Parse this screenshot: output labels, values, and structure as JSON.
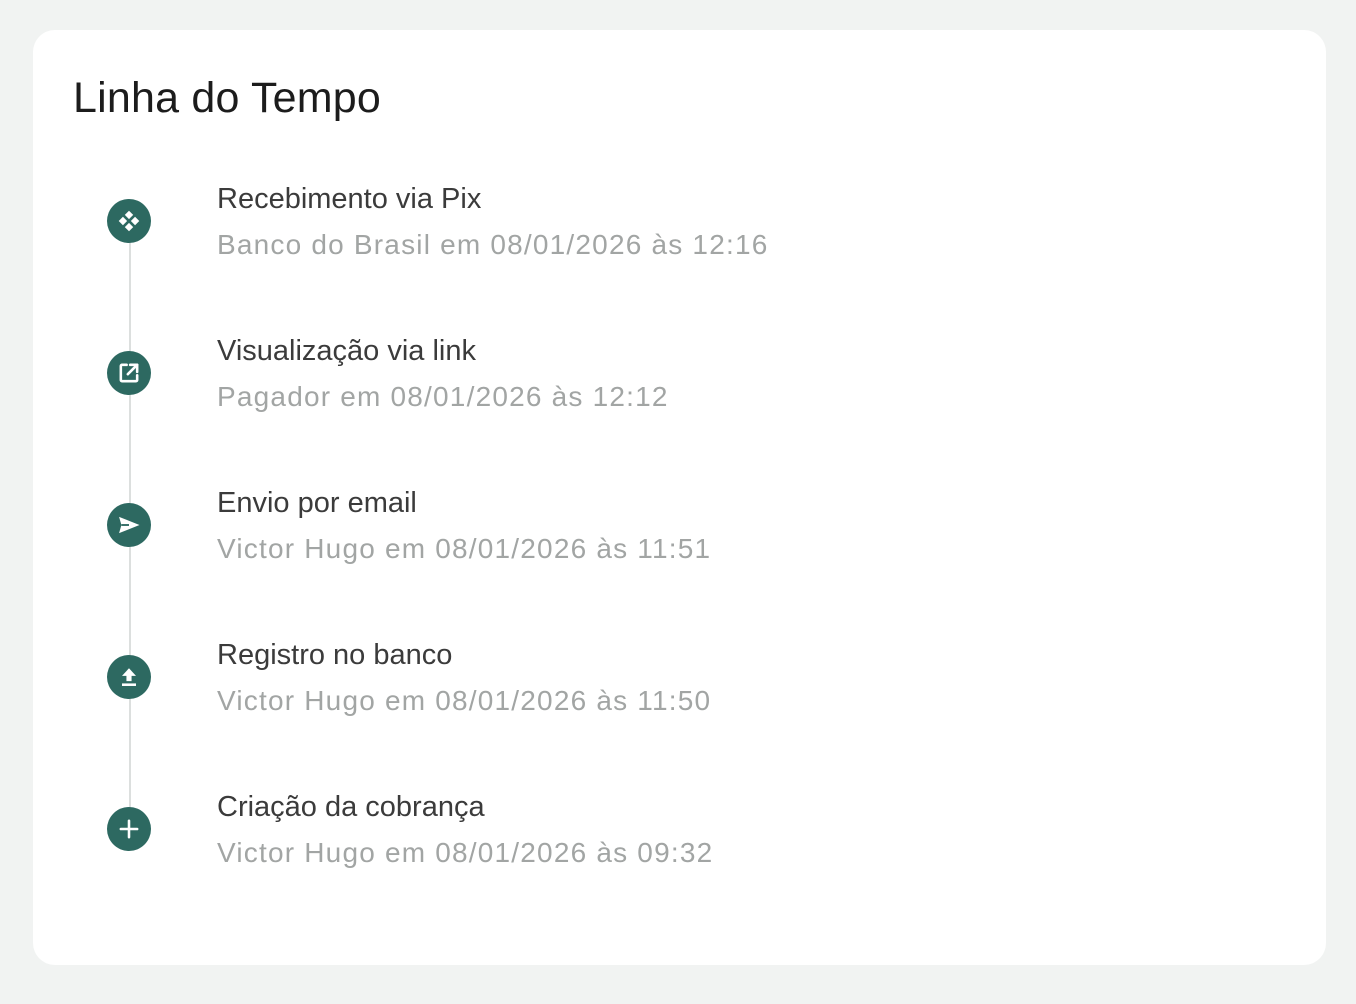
{
  "timeline": {
    "title": "Linha do Tempo",
    "accent_color": "#2d6961",
    "events": [
      {
        "icon": "pix-icon",
        "title": "Recebimento via Pix",
        "subtitle": "Banco do Brasil em 08/01/2026 às 12:16"
      },
      {
        "icon": "open-in-new-icon",
        "title": "Visualização via link",
        "subtitle": "Pagador em 08/01/2026 às 12:12"
      },
      {
        "icon": "send-icon",
        "title": "Envio por email",
        "subtitle": "Victor Hugo em 08/01/2026 às 11:51"
      },
      {
        "icon": "upload-icon",
        "title": "Registro no banco",
        "subtitle": "Victor Hugo em 08/01/2026 às 11:50"
      },
      {
        "icon": "plus-icon",
        "title": "Criação da cobrança",
        "subtitle": "Victor Hugo em 08/01/2026 às 09:32"
      }
    ]
  }
}
